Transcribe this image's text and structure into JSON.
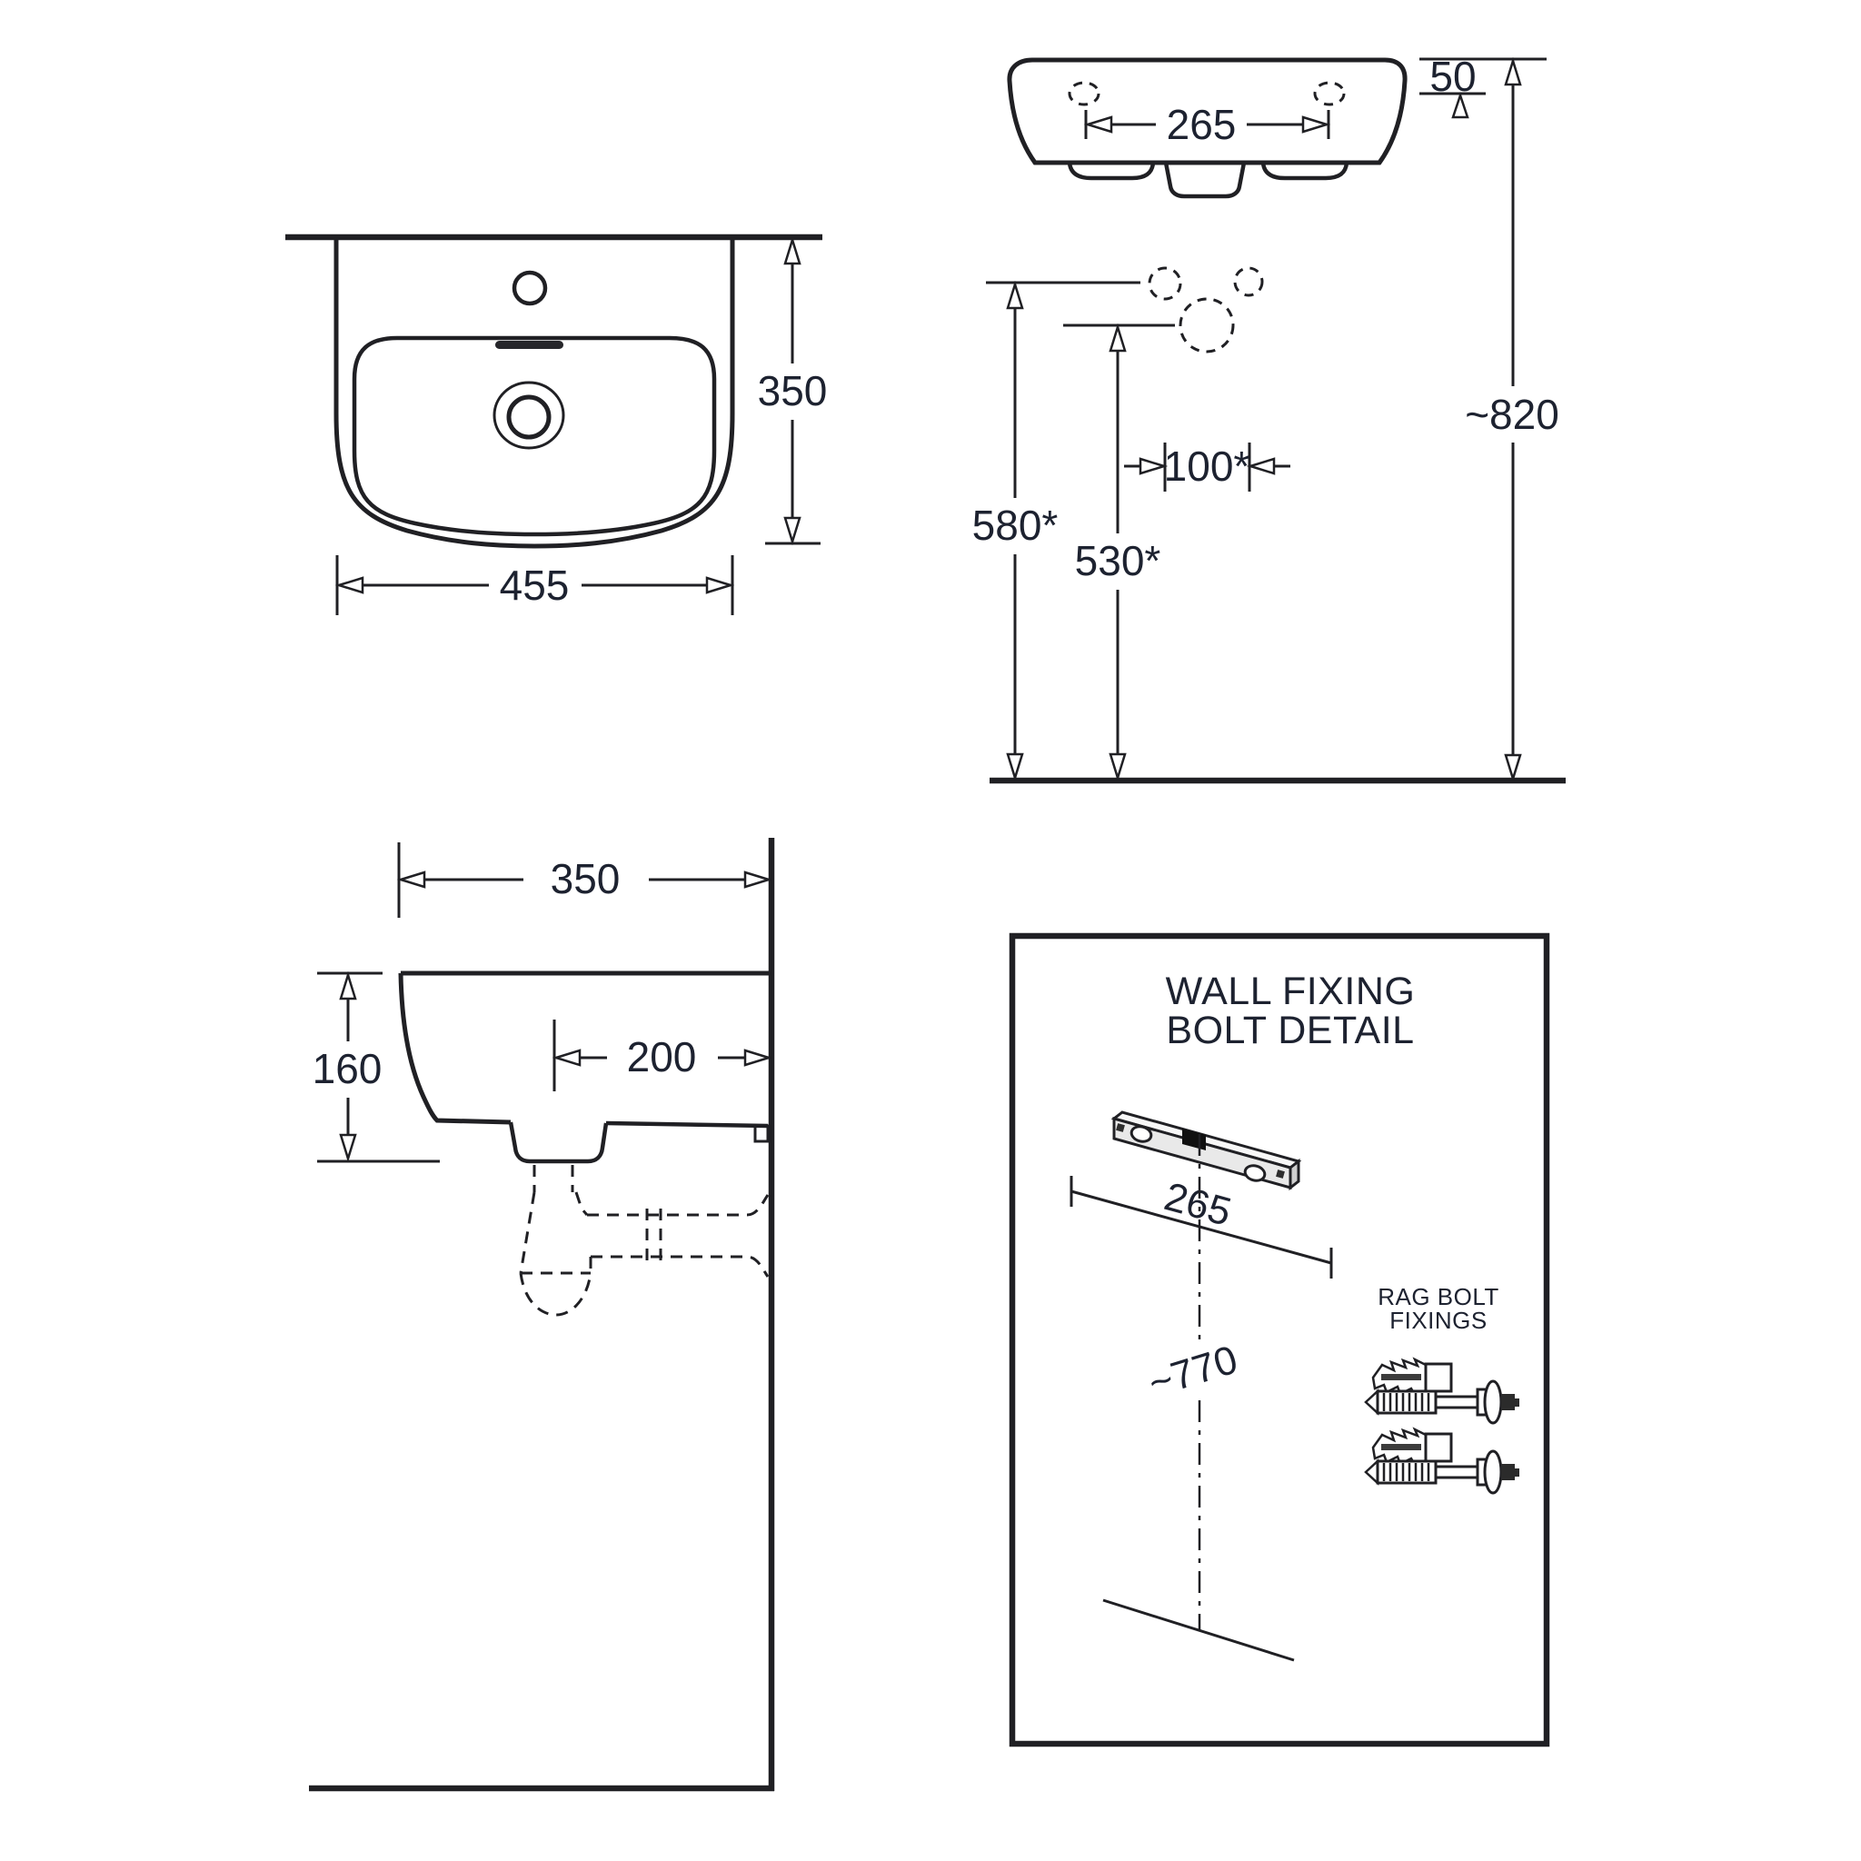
{
  "drawing": {
    "plan_view": {
      "width": "455",
      "depth": "350"
    },
    "front_view": {
      "fixing_hole_spacing": "265",
      "rim_to_fixing_holes": "50",
      "rim_height": "~820",
      "supply_height": "580*",
      "waste_height": "530*",
      "supply_spacing": "100*"
    },
    "side_view": {
      "depth": "350",
      "front_height": "160",
      "waste_to_wall": "200"
    },
    "fixing_detail": {
      "title_line1": "WALL FIXING",
      "title_line2": "BOLT DETAIL",
      "bracket_hole_spacing": "265",
      "bracket_height": "~770",
      "fixings_label_line1": "RAG BOLT",
      "fixings_label_line2": "FIXINGS"
    }
  },
  "colors": {
    "line": "#202024",
    "text": "#1d2230",
    "background": "#ffffff",
    "bracket_fill": "#e9e9e9",
    "slot_fill": "#3c3c3c"
  }
}
